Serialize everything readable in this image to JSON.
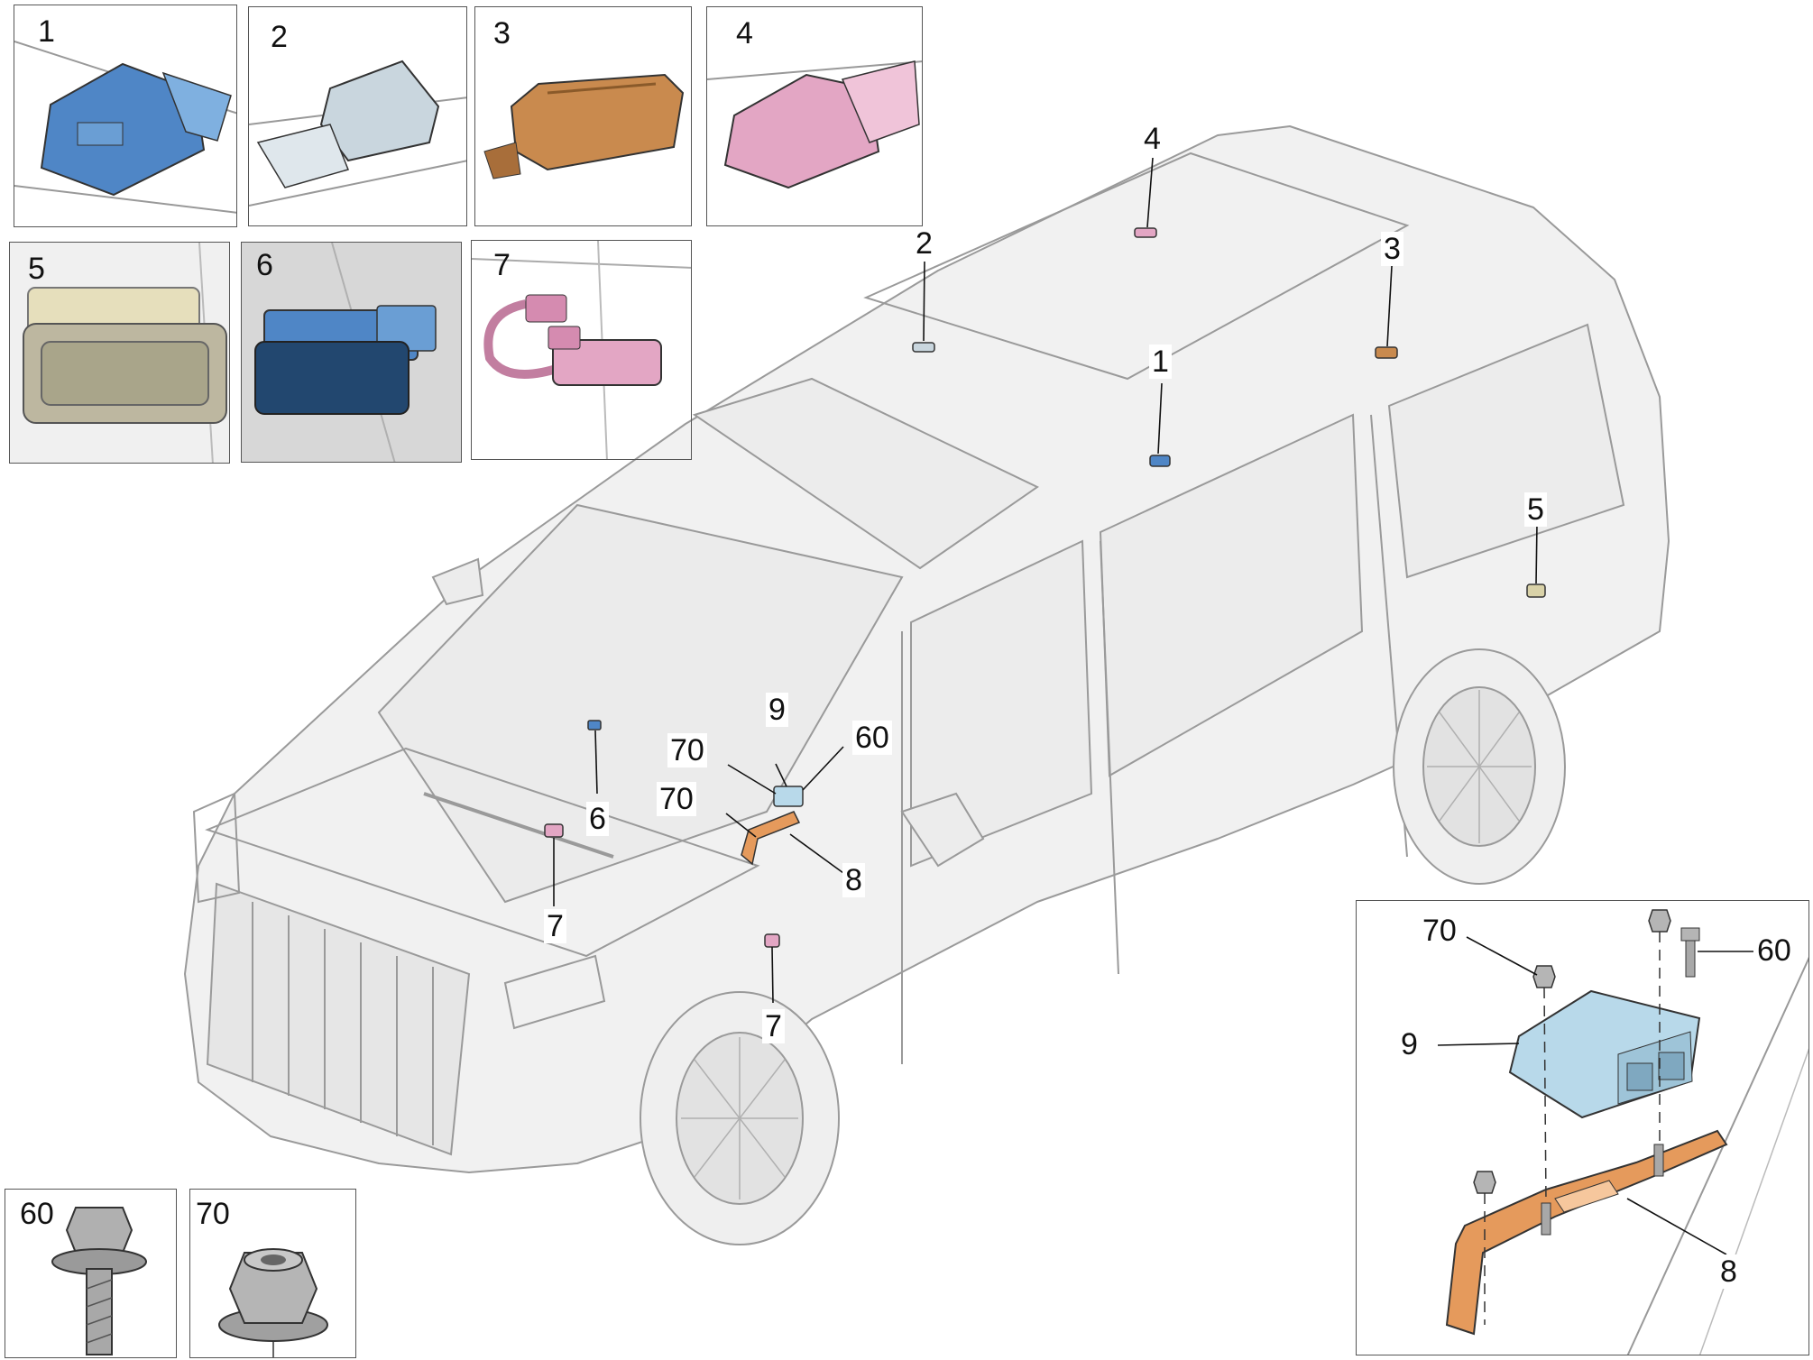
{
  "insets": {
    "top": [
      {
        "number": "1",
        "part": "blue sensor module"
      },
      {
        "number": "2",
        "part": "grey sensor module"
      },
      {
        "number": "3",
        "part": "orange sensor module"
      },
      {
        "number": "4",
        "part": "pink sensor module"
      }
    ],
    "middle": [
      {
        "number": "5",
        "part": "beige sensor"
      },
      {
        "number": "6",
        "part": "blue sensor"
      },
      {
        "number": "7",
        "part": "pink connector harness"
      }
    ],
    "bottom": [
      {
        "number": "60",
        "part": "flange bolt"
      },
      {
        "number": "70",
        "part": "flange nut"
      }
    ],
    "detail": {
      "labels": {
        "nut": "70",
        "bolt": "60",
        "module": "9",
        "bracket": "8"
      }
    }
  },
  "callouts": {
    "c1": "1",
    "c2": "2",
    "c3": "3",
    "c4": "4",
    "c5": "5",
    "c6": "6",
    "c7a": "7",
    "c7b": "7",
    "c8": "8",
    "c9": "9",
    "c60": "60",
    "c70a": "70",
    "c70b": "70"
  },
  "colors": {
    "blue": "#4f86c6",
    "grey": "#c9d6de",
    "orange": "#c98a4e",
    "pink": "#e3a6c4",
    "beige": "#d9d2a8",
    "bracket": "#e59a5c",
    "module": "#b8d9ea",
    "car_line": "#9a9a9a"
  }
}
